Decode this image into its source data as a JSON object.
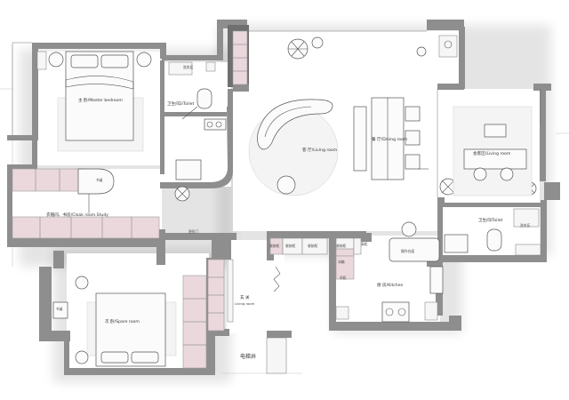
{
  "rooms": {
    "master_bedroom": "主 卧/Master bedroom",
    "toilet_1": "卫生间2/Toilet",
    "living_room": "客 厅/Living room",
    "dining_room": "餐 厅/Dining room",
    "guest_room": "会客区/Living room",
    "toilet_2": "卫生间/Toilet",
    "cloak_study": "衣帽间、书房/Cloak room.Study",
    "spare_room": "次 卧/Spare room",
    "entrance": "玄 关",
    "entrance_en": "Living room",
    "kitchen": "厨 房/Kitchen",
    "elevator": "电梯井"
  },
  "small_labels": {
    "wash_area_1": "洗衣区",
    "wash_area_2": "洗衣区",
    "study_desk": "书桌",
    "door_note": "隐形门",
    "desk_2": "书桌",
    "storage_1": "收纳柜",
    "storage_2": "收纳柜",
    "storage_3": "收纳柜",
    "storage_4": "收纳柜",
    "fridge": "冰箱",
    "pantry": "吊柜",
    "island": "操作台面",
    "cabinet_k": "高柜"
  }
}
